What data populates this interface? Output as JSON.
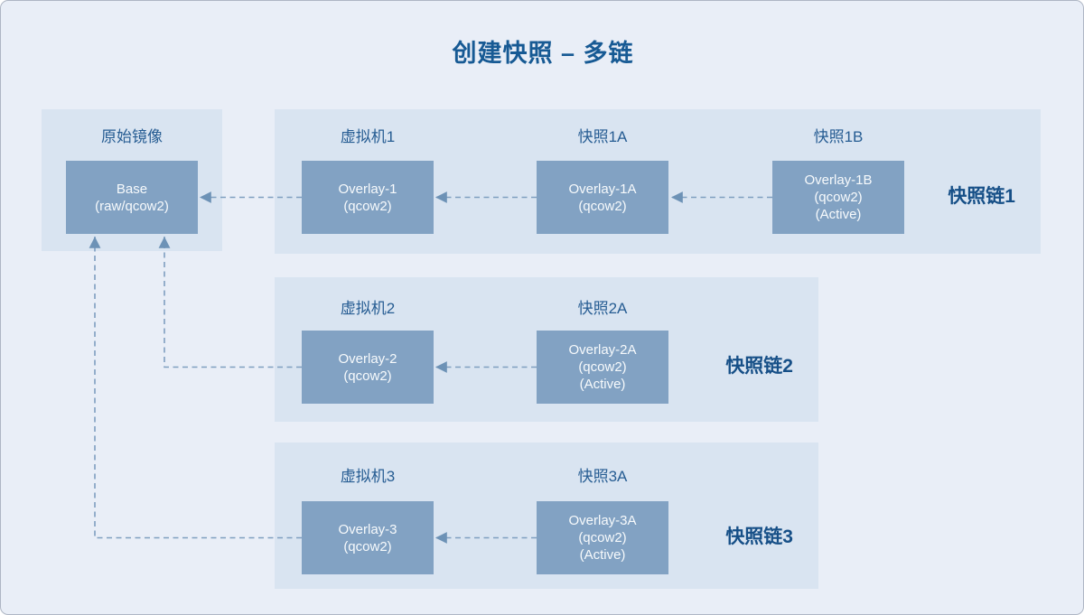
{
  "title": "创建快照 – 多链",
  "base_panel": {
    "label": "原始镜像",
    "node": {
      "lines": [
        "Base",
        "(raw/qcow2)"
      ]
    }
  },
  "chains": [
    {
      "name": "快照链1",
      "nodes": [
        {
          "label": "虚拟机1",
          "lines": [
            "Overlay-1",
            "(qcow2)"
          ]
        },
        {
          "label": "快照1A",
          "lines": [
            "Overlay-1A",
            "(qcow2)"
          ]
        },
        {
          "label": "快照1B",
          "lines": [
            "Overlay-1B",
            "(qcow2)",
            "(Active)"
          ]
        }
      ]
    },
    {
      "name": "快照链2",
      "nodes": [
        {
          "label": "虚拟机2",
          "lines": [
            "Overlay-2",
            "(qcow2)"
          ]
        },
        {
          "label": "快照2A",
          "lines": [
            "Overlay-2A",
            "(qcow2)",
            "(Active)"
          ]
        }
      ]
    },
    {
      "name": "快照链3",
      "nodes": [
        {
          "label": "虚拟机3",
          "lines": [
            "Overlay-3",
            "(qcow2)"
          ]
        },
        {
          "label": "快照3A",
          "lines": [
            "Overlay-3A",
            "(qcow2)",
            "(Active)"
          ]
        }
      ]
    }
  ],
  "colors": {
    "page_background": "#e9eef7",
    "panel_background": "#d9e4f1",
    "node_fill": "#82a2c3",
    "node_text": "#f7fafc",
    "label_text": "#275d93",
    "title_text": "#175a94",
    "chain_label_text": "#164f87",
    "arrow": "#7f9fc0"
  }
}
